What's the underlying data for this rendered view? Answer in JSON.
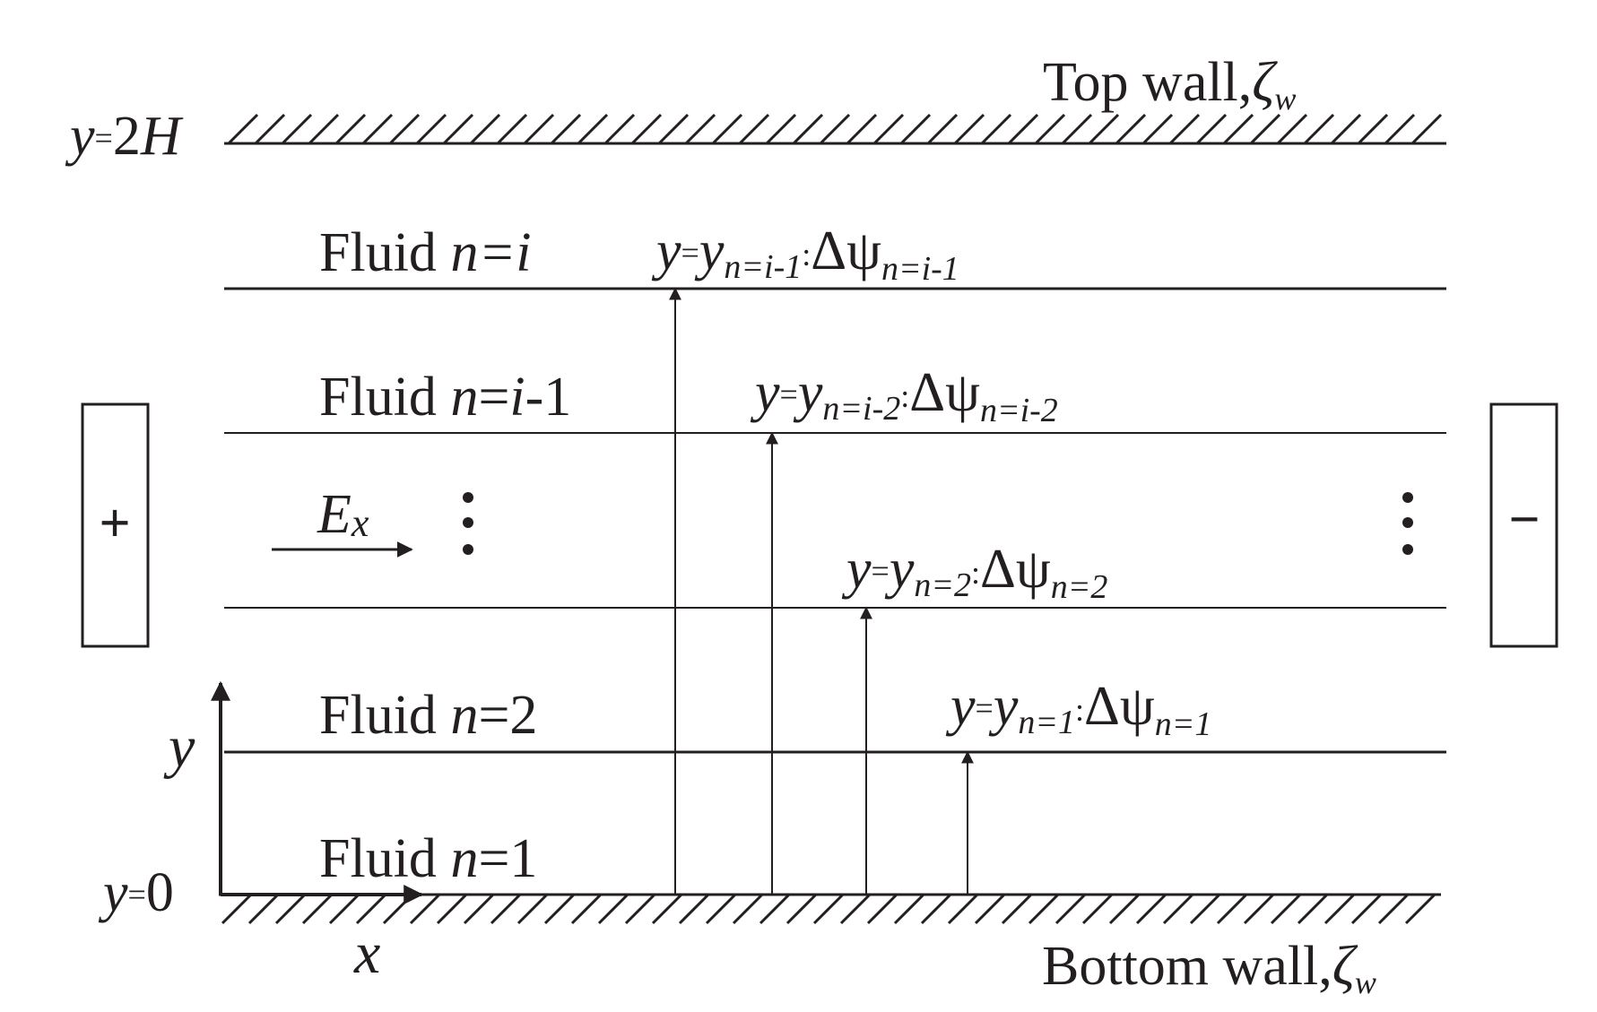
{
  "walls": {
    "top_label": "Top wall,",
    "top_zeta": "ζ",
    "top_sub": "w",
    "top_y_var": "y",
    "top_y_eq": "=",
    "top_y_val": "2",
    "top_y_H": "H",
    "bottom_label": "Bottom wall,",
    "bottom_zeta": "ζ",
    "bottom_sub": "w",
    "bottom_y_var": "y",
    "bottom_y_eq": "=",
    "bottom_y_val": "0"
  },
  "fluids": [
    {
      "word": "Fluid ",
      "n": "n",
      "rest": "=i",
      "rest_italic": true
    },
    {
      "word": "Fluid ",
      "n": "n",
      "rest_a": "=",
      "rest_b": "i",
      "rest_c": "-1"
    },
    {
      "word": "Fluid ",
      "n": "n",
      "rest": "=2"
    },
    {
      "word": "Fluid ",
      "n": "n",
      "rest": "=1"
    }
  ],
  "interfaces": [
    {
      "y": "y",
      "eq": "=",
      "y2": "y",
      "sub": "n=i-1",
      "colon": ":",
      "delta": "Δψ",
      "dsub": "n=i-1"
    },
    {
      "y": "y",
      "eq": "=",
      "y2": "y",
      "sub": "n=i-2",
      "colon": ":",
      "delta": "Δψ",
      "dsub": "n=i-2"
    },
    {
      "y": "y",
      "eq": "=",
      "y2": "y",
      "sub": "n=2",
      "colon": ":",
      "delta": "Δψ",
      "dsub": "n=2"
    },
    {
      "y": "y",
      "eq": "=",
      "y2": "y",
      "sub": "n=1",
      "colon": ":",
      "delta": "Δψ",
      "dsub": "n=1"
    }
  ],
  "field": {
    "E": "E",
    "sub": "x"
  },
  "electrodes": {
    "positive": "+",
    "negative": "−"
  },
  "axes": {
    "x": "x",
    "y": "y"
  },
  "ellipsis": "⋮"
}
